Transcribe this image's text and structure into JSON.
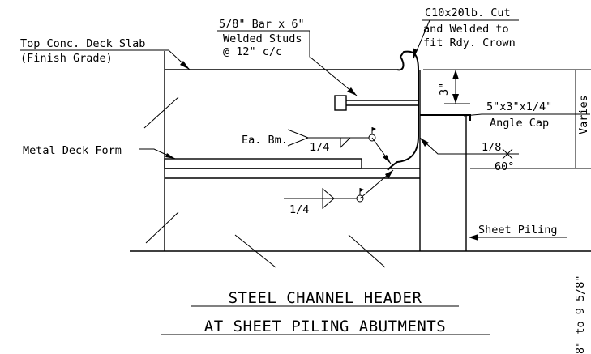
{
  "labels": {
    "deck_slab_line1": "Top Conc. Deck Slab",
    "deck_slab_line2": "(Finish Grade)",
    "studs_line1": "5/8\" Bar x 6\"",
    "studs_line2": "Welded Studs",
    "studs_line3": "@ 12\" c/c",
    "channel_line1": "C10x20lb. Cut",
    "channel_line2": "and Welded to",
    "channel_line3": "fit Rdy. Crown",
    "dim_3in": "3\"",
    "angle_line1": "5\"x3\"x1/4\"",
    "angle_line2": "Angle Cap",
    "varies": "Varies",
    "ea_bm": "Ea. Bm.",
    "weld_top": "1/4",
    "weld_bottom": "1/4",
    "weld_right": "1/8",
    "weld_angle": "60°",
    "metal_deck_form": "Metal Deck Form",
    "sheet_piling": "Sheet Piling",
    "pile_range": "8\" to 9 5/8\""
  },
  "title": {
    "line1": "STEEL CHANNEL HEADER",
    "line2": "AT SHEET PILING ABUTMENTS"
  }
}
